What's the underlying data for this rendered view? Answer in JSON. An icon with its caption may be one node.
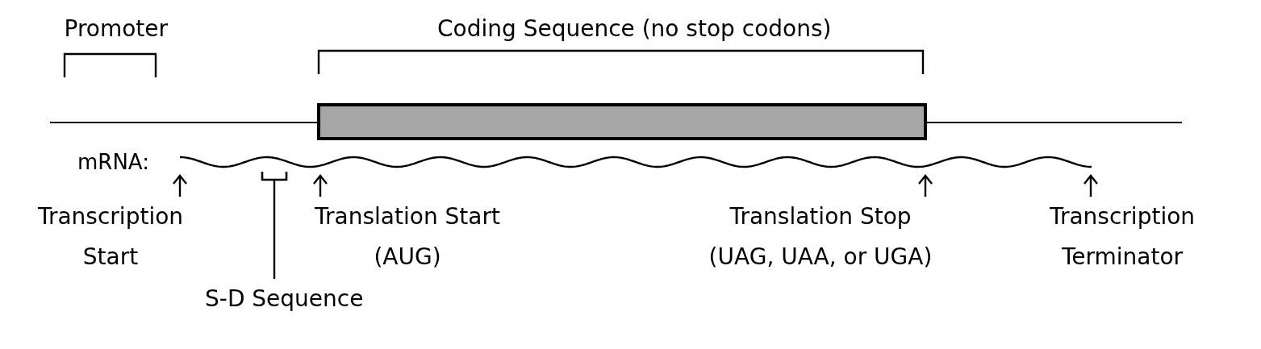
{
  "diagram": {
    "nodes": [
      {
        "text": [],
        "shape": "bar"
      },
      {
        "text": [],
        "shape": "bracket"
      },
      {
        "text": [
          "Transcription Start"
        ]
      },
      {
        "text": [
          "Translation Start (AUG)"
        ]
      },
      {
        "text": [
          "Translation Stop (UAG, UAA, or UGA)"
        ]
      },
      {
        "text": [
          "Transcription Terminator"
        ]
      },
      {
        "text": [
          "S-D Sequence"
        ]
      }
    ],
    "edges": [
      {
        "from": 2,
        "to": null,
        "arrow": "to"
      },
      {
        "from": 3,
        "to": null,
        "arrow": "to"
      },
      {
        "from": 4,
        "to": null,
        "arrow": "to"
      },
      {
        "from": 5,
        "to": null,
        "arrow": "to"
      },
      {
        "from": 6,
        "to": 1,
        "arrow": "none"
      }
    ],
    "labels": [
      "Promoter",
      "Coding Sequence (no stop codons)",
      "mRNA:"
    ]
  }
}
